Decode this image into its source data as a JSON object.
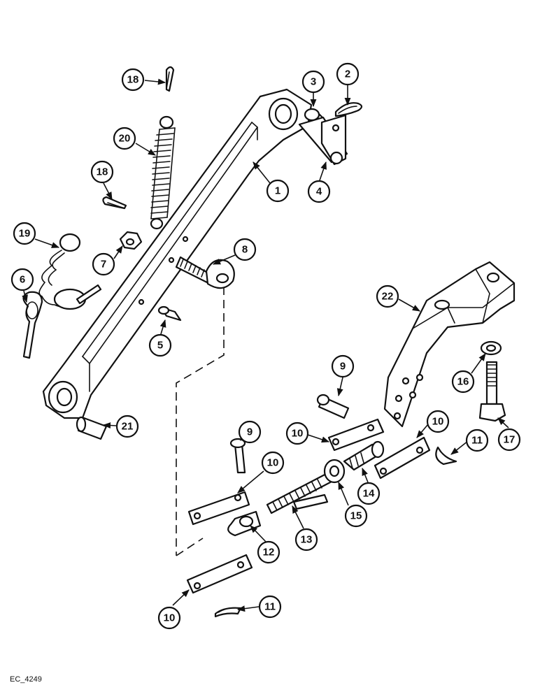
{
  "drawing_code": "EC_4249",
  "callouts": [
    {
      "id": "c18a",
      "label": "18"
    },
    {
      "id": "c3",
      "label": "3"
    },
    {
      "id": "c2",
      "label": "2"
    },
    {
      "id": "c20",
      "label": "20"
    },
    {
      "id": "c1",
      "label": "1"
    },
    {
      "id": "c4",
      "label": "4"
    },
    {
      "id": "c18b",
      "label": "18"
    },
    {
      "id": "c19",
      "label": "19"
    },
    {
      "id": "c7",
      "label": "7"
    },
    {
      "id": "c8",
      "label": "8"
    },
    {
      "id": "c6",
      "label": "6"
    },
    {
      "id": "c22",
      "label": "22"
    },
    {
      "id": "c5",
      "label": "5"
    },
    {
      "id": "c9a",
      "label": "9"
    },
    {
      "id": "c16",
      "label": "16"
    },
    {
      "id": "c21",
      "label": "21"
    },
    {
      "id": "c10a",
      "label": "10"
    },
    {
      "id": "c10b",
      "label": "10"
    },
    {
      "id": "c9b",
      "label": "9"
    },
    {
      "id": "c11a",
      "label": "11"
    },
    {
      "id": "c17",
      "label": "17"
    },
    {
      "id": "c10c",
      "label": "10"
    },
    {
      "id": "c14",
      "label": "14"
    },
    {
      "id": "c15",
      "label": "15"
    },
    {
      "id": "c13",
      "label": "13"
    },
    {
      "id": "c12",
      "label": "12"
    },
    {
      "id": "c10d",
      "label": "10"
    },
    {
      "id": "c11b",
      "label": "11"
    }
  ]
}
